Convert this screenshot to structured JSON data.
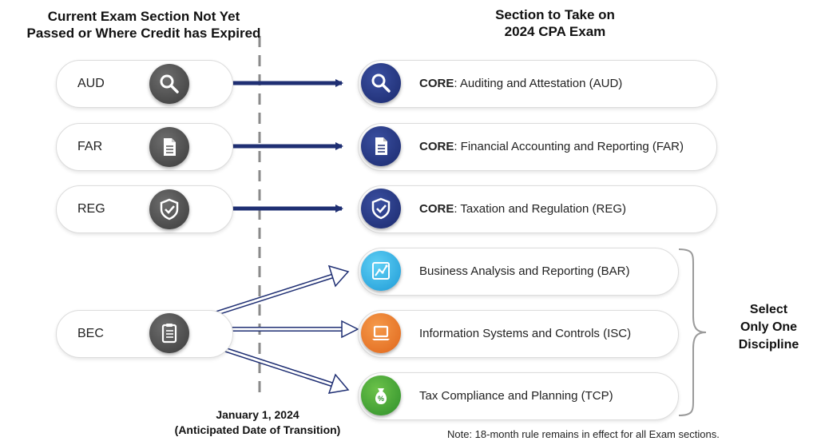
{
  "header_left": {
    "line1": "Current Exam Section Not Yet",
    "line2": "Passed or Where Credit has Expired"
  },
  "header_right": {
    "line1": "Section to Take on",
    "line2": "2024 CPA Exam"
  },
  "current_sections": [
    {
      "label": "AUD",
      "icon": "magnifier-icon"
    },
    {
      "label": "FAR",
      "icon": "document-icon"
    },
    {
      "label": "REG",
      "icon": "shield-check-icon"
    },
    {
      "label": "BEC",
      "icon": "clipboard-icon"
    }
  ],
  "new_sections": [
    {
      "prefix": "CORE",
      "text": ": Auditing and Attestation (AUD)",
      "icon": "magnifier-icon",
      "color": "#1f2f73"
    },
    {
      "prefix": "CORE",
      "text": ": Financial Accounting and Reporting (FAR)",
      "icon": "document-icon",
      "color": "#1f2f73"
    },
    {
      "prefix": "CORE",
      "text": ": Taxation and Regulation (REG)",
      "icon": "shield-check-icon",
      "color": "#1f2f73"
    },
    {
      "prefix": "",
      "text": "Business Analysis and Reporting (BAR)",
      "icon": "chart-icon",
      "color": "#29aee6"
    },
    {
      "prefix": "",
      "text": "Information Systems and Controls (ISC)",
      "icon": "laptop-icon",
      "color": "#ec7a2a"
    },
    {
      "prefix": "",
      "text": "Tax Compliance and Planning (TCP)",
      "icon": "money-bag-icon",
      "color": "#3fa33a"
    }
  ],
  "transition": {
    "line1": "January 1, 2024",
    "line2": "(Anticipated Date of Transition)"
  },
  "select_note": {
    "line1": "Select",
    "line2": "Only One",
    "line3": "Discipline"
  },
  "footnote": "Note:  18-month rule remains in effect for all Exam sections.",
  "colors": {
    "arrow": "#1f2f73",
    "gray_circle": "#4a4a4a",
    "divider": "#8a8a8a"
  }
}
